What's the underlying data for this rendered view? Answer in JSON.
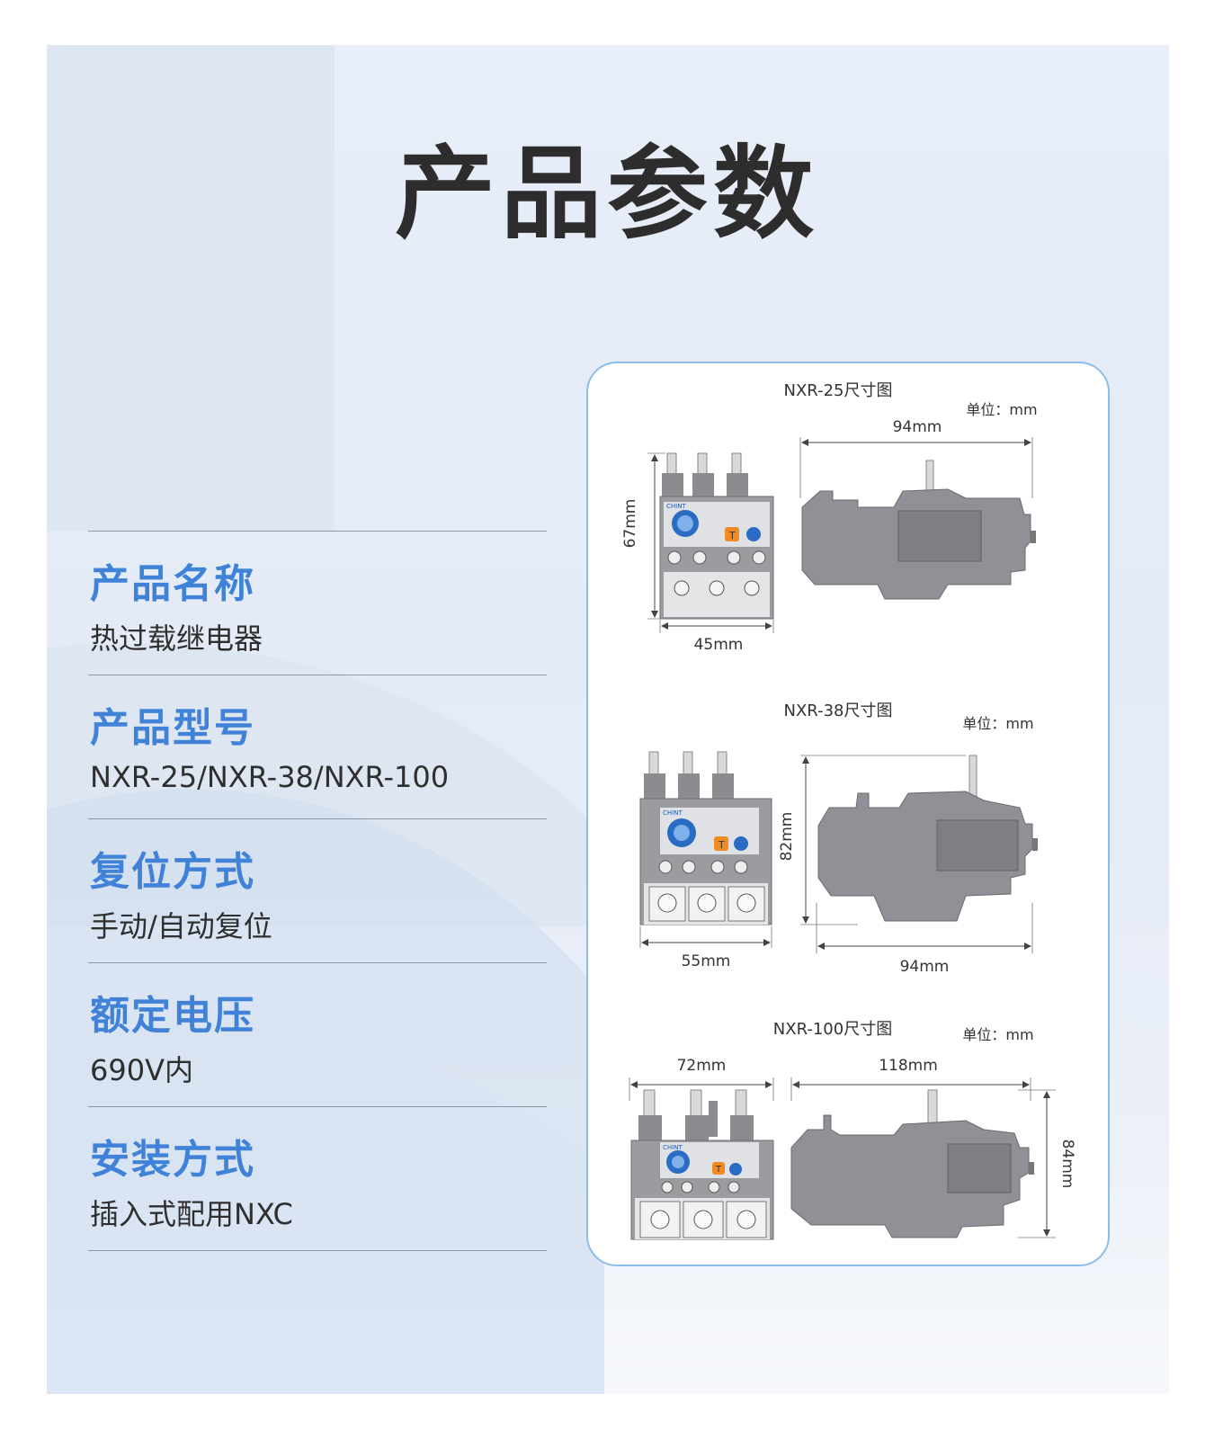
{
  "title": "产品参数",
  "specs": [
    {
      "label": "产品名称",
      "value": "热过载继电器"
    },
    {
      "label": "产品型号",
      "value": "NXR-25/NXR-38/NXR-100"
    },
    {
      "label": "复位方式",
      "value": "手动/自动复位"
    },
    {
      "label": "额定电压",
      "value": "690V内"
    },
    {
      "label": "安装方式",
      "value": "插入式配用NXC"
    }
  ],
  "diagrams": [
    {
      "caption": "NXR-25尺寸图",
      "unit": "单位：mm",
      "width": "45mm",
      "height": "67mm",
      "depth": "94mm"
    },
    {
      "caption": "NXR-38尺寸图",
      "unit": "单位：mm",
      "width": "55mm",
      "height": "82mm",
      "depth": "94mm"
    },
    {
      "caption": "NXR-100尺寸图",
      "unit": "单位：mm",
      "width": "72mm",
      "height": "84mm",
      "depth": "118mm"
    }
  ],
  "device_logo": "CHINT",
  "reset_button": "T"
}
